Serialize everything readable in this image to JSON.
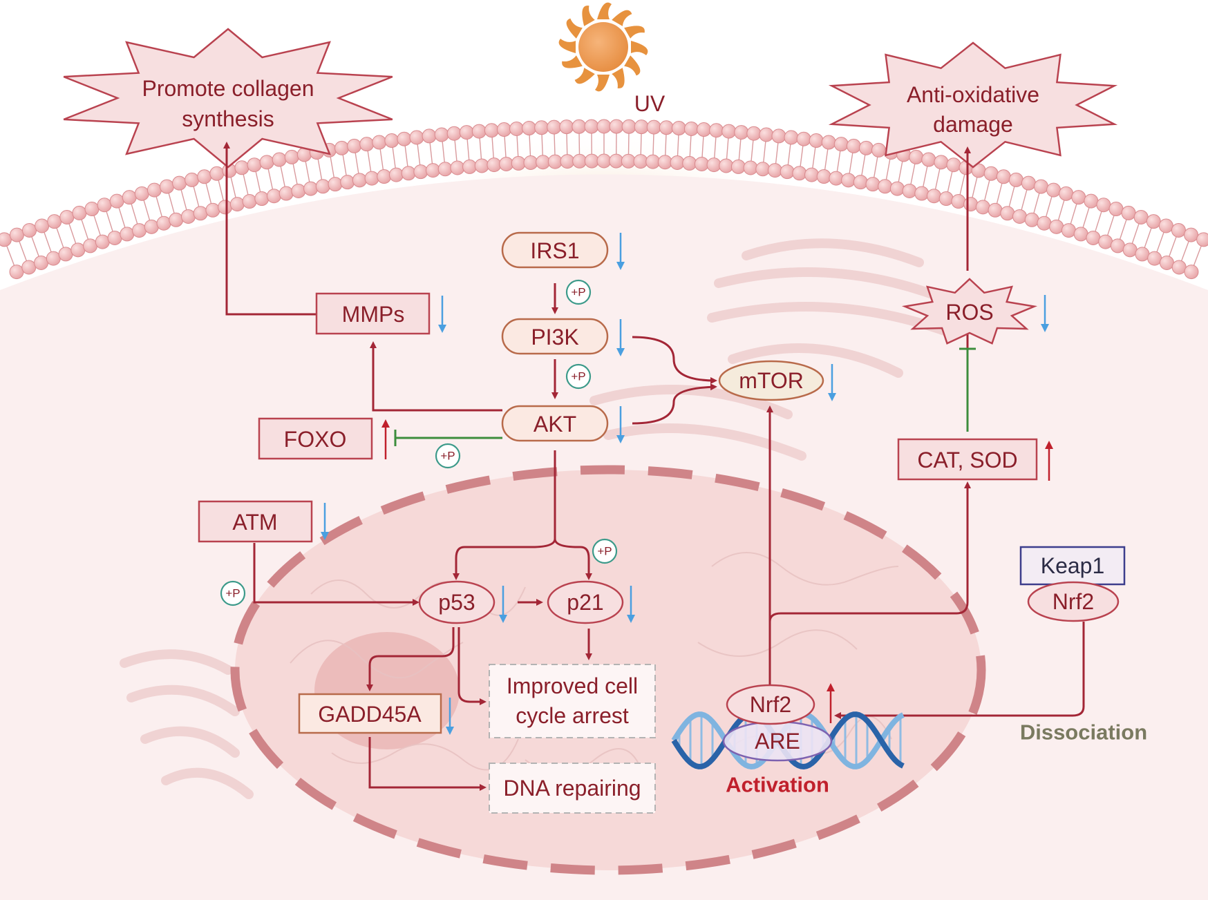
{
  "colors": {
    "primary_text": "#8a1f2a",
    "arrow": "#a32636",
    "inhibition": "#3c8d3c",
    "decrease_arrow": "#4a9fe0",
    "increase_arrow": "#c0202c",
    "activation_text": "#c0202c",
    "dissociation_text": "#7a7a60",
    "dna_strand_dark": "#2a63a8",
    "dna_strand_light": "#7fb4e0",
    "keap1_border": "#3c3d8c"
  },
  "top": {
    "uv_label": "UV",
    "collagen_label": [
      "Promote collagen",
      "synthesis"
    ],
    "antioxidative_label": [
      "Anti-oxidative",
      "damage"
    ]
  },
  "nodes": {
    "irs1": "IRS1",
    "pi3k": "PI3K",
    "akt": "AKT",
    "mtor": "mTOR",
    "mmps": "MMPs",
    "foxo": "FOXO",
    "atm": "ATM",
    "p53": "p53",
    "p21": "p21",
    "gadd45a": "GADD45A",
    "cell_cycle": [
      "Improved cell",
      "cycle arrest"
    ],
    "dna_repair": "DNA repairing",
    "ros": "ROS",
    "cat_sod": "CAT, SOD",
    "keap1": "Keap1",
    "nrf2_complex": "Nrf2",
    "nrf2_nuclear": "Nrf2",
    "are": "ARE"
  },
  "phosphorylation_label": "+P",
  "annotations": {
    "activation": "Activation",
    "dissociation": "Dissociation"
  },
  "icons": {
    "sun": "sun-icon",
    "decrease": "down-arrow-icon",
    "increase": "up-arrow-icon",
    "dna": "dna-helix-icon"
  }
}
